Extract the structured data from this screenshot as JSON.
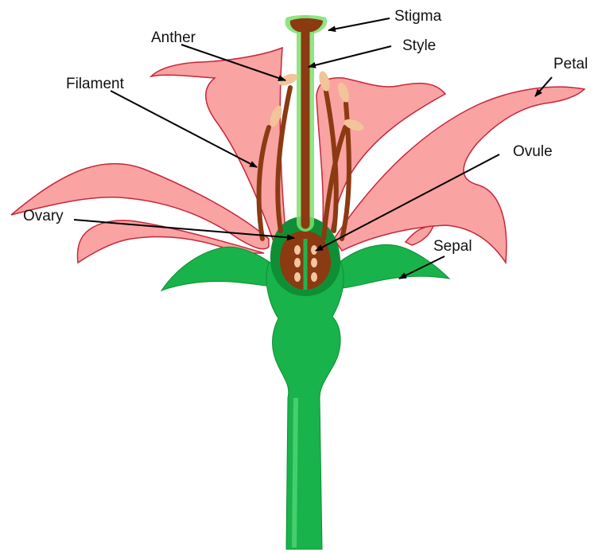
{
  "labels": {
    "stigma": "Stigma",
    "style": "Style",
    "anther": "Anther",
    "petal": "Petal",
    "filament": "Filament",
    "ovule": "Ovule",
    "ovary": "Ovary",
    "sepal": "Sepal"
  },
  "colors": {
    "petal_fill": "#f9a3a3",
    "petal_outline": "#c8263a",
    "sepal_green": "#18b34a",
    "sepal_dark": "#0e8f36",
    "pistil_brown": "#8b3a12",
    "anther_tan": "#f3c39a",
    "ovule_tan": "#f2c6a0",
    "glow": "#7be06e",
    "label_text": "#111111"
  }
}
